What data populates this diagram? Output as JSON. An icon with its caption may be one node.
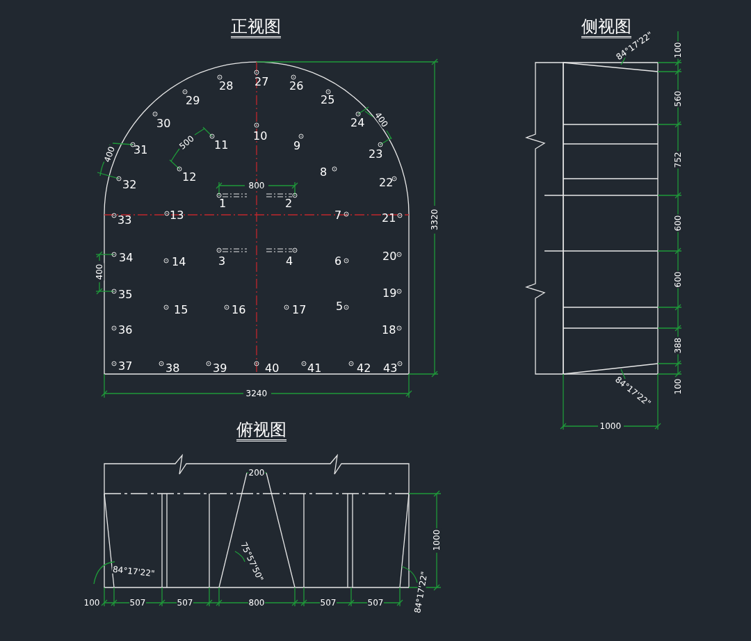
{
  "diagram": {
    "labels": [
      "正视图",
      "侧视图",
      "27",
      "28",
      "26",
      "29",
      "25",
      "30",
      "24",
      "10",
      "400",
      "31",
      "11",
      "9",
      "500",
      "400",
      "23",
      "12",
      "8",
      "32",
      "800",
      "22",
      "1",
      "2",
      "33",
      "13",
      "7",
      "21",
      "34",
      "14",
      "3",
      "4",
      "6",
      "20",
      "3320",
      "400",
      "35",
      "19",
      "15",
      "16",
      "17",
      "5",
      "36",
      "18",
      "37",
      "38",
      "39",
      "40",
      "41",
      "42",
      "43",
      "3240",
      "84°17'22\"",
      "100",
      "560",
      "752",
      "600",
      "600",
      "388",
      "100",
      "84°17'22\"",
      "1000",
      "俯视图",
      "200",
      "1000",
      "75°57'50\"",
      "84°17'22\"",
      "84°17'22\"",
      "100",
      "507",
      "507",
      "800",
      "507",
      "507"
    ]
  }
}
